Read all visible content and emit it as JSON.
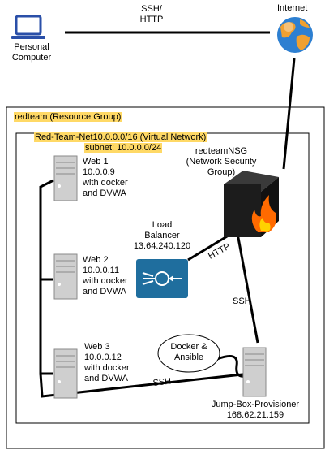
{
  "title": "",
  "nodes": {
    "pc": {
      "label": "Personal\nComputer"
    },
    "internet": {
      "label": "Internet"
    },
    "ssh_http": {
      "label": "SSH/\nHTTP"
    },
    "resource_group": {
      "label": "redteam (Resource Group)"
    },
    "vnet": {
      "label": "Red-Team-Net10.0.0.0/16 (Virtual Network)"
    },
    "subnet": {
      "label": "subnet: 10.0.0.0/24"
    },
    "web1": {
      "label": "Web 1\n10.0.0.9\nwith docker\nand DVWA"
    },
    "web2": {
      "label": "Web 2\n10.0.0.11\nwith docker\nand DVWA"
    },
    "web3": {
      "label": "Web 3\n10.0.0.12\nwith docker\nand DVWA"
    },
    "nsg": {
      "label": "redteamNSG\n(Network Security\nGroup)"
    },
    "lb": {
      "label": "Load\nBalancer\n13.64.240.120"
    },
    "http": {
      "label": "HTTP"
    },
    "ssh_right": {
      "label": "SSH"
    },
    "ssh_bottom": {
      "label": "SSH"
    },
    "docker": {
      "label": "Docker &\nAnsible"
    },
    "jumpbox": {
      "label": "Jump-Box-Provisioner\n168.62.21.159"
    }
  },
  "colors": {
    "highlight": "#ffd966",
    "lb_fill": "#1f6e9e",
    "server_fill": "#cfcfcf",
    "laptop": "#2a4fa8"
  }
}
